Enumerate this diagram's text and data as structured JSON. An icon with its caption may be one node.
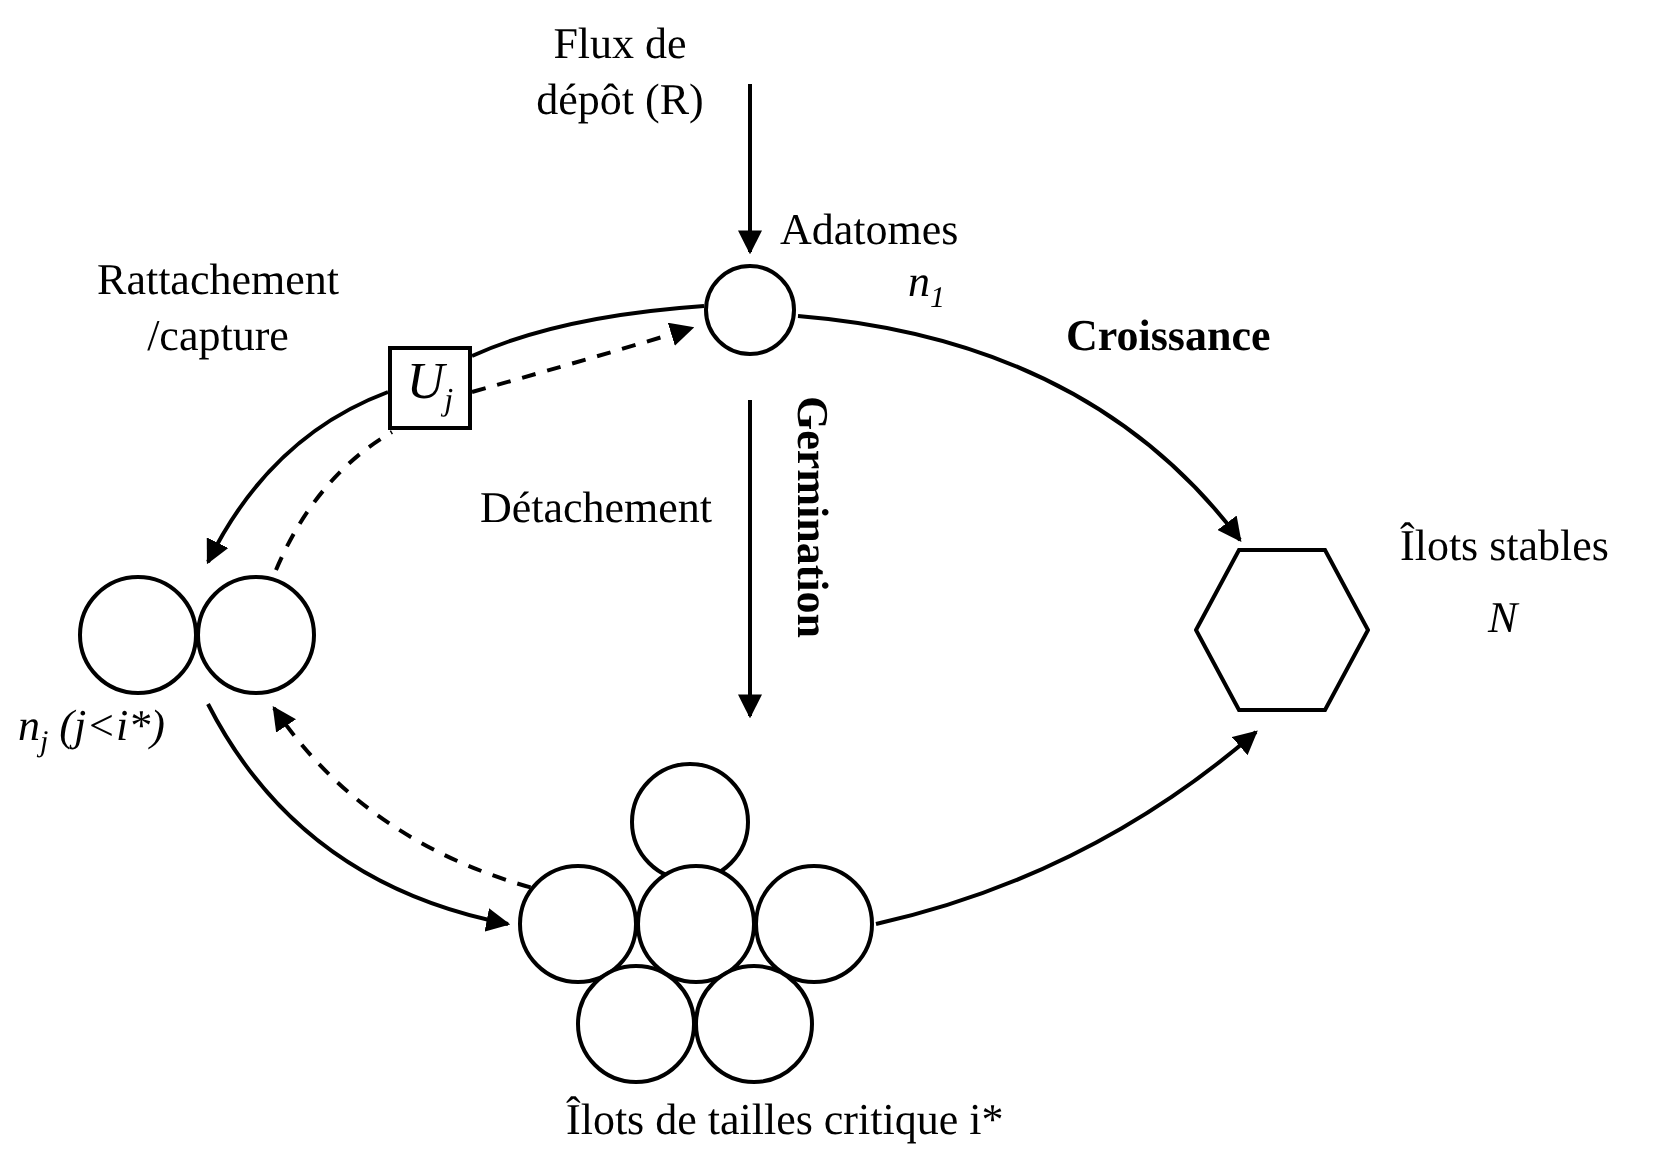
{
  "diagram": {
    "nodes": [
      {
        "text": [
          "Flux de dépôt (R)"
        ]
      },
      {
        "text": [],
        "shape": "circle",
        "beside": [
          "Adatomes",
          "n$_{1}$"
        ]
      },
      {
        "text": [
          "U$_{j}$"
        ]
      },
      {
        "text": [],
        "shape": "picture",
        "beside": [
          "n$_{j}$ (j<i*)"
        ]
      },
      {
        "text": [],
        "shape": "picture",
        "beside": [
          "Îlots de tailles critique i*"
        ]
      },
      {
        "text": [],
        "shape": "hexagon",
        "beside": [
          "Îlots stables",
          "N"
        ]
      }
    ],
    "edges": [
      {
        "from": 0,
        "to": 1,
        "arrow": "to"
      },
      {
        "from": 1,
        "to": 2,
        "arrow": "none"
      },
      {
        "from": 2,
        "to": 3,
        "arrow": "to"
      },
      {
        "from": 3,
        "to": 2,
        "arrow": "none",
        "style": "dashed"
      },
      {
        "from": 2,
        "to": 1,
        "arrow": "to",
        "style": "dashed"
      },
      {
        "from": 1,
        "to": 4,
        "arrow": "to",
        "label": "Germination"
      },
      {
        "from": 1,
        "to": 5,
        "arrow": "to",
        "label": "Croissance"
      },
      {
        "from": 3,
        "to": 4,
        "arrow": "to"
      },
      {
        "from": 4,
        "to": 3,
        "arrow": "to",
        "style": "dashed"
      },
      {
        "from": 4,
        "to": 5,
        "arrow": "to"
      }
    ],
    "labels": [
      "Rattachement /capture",
      "Détachement"
    ]
  }
}
